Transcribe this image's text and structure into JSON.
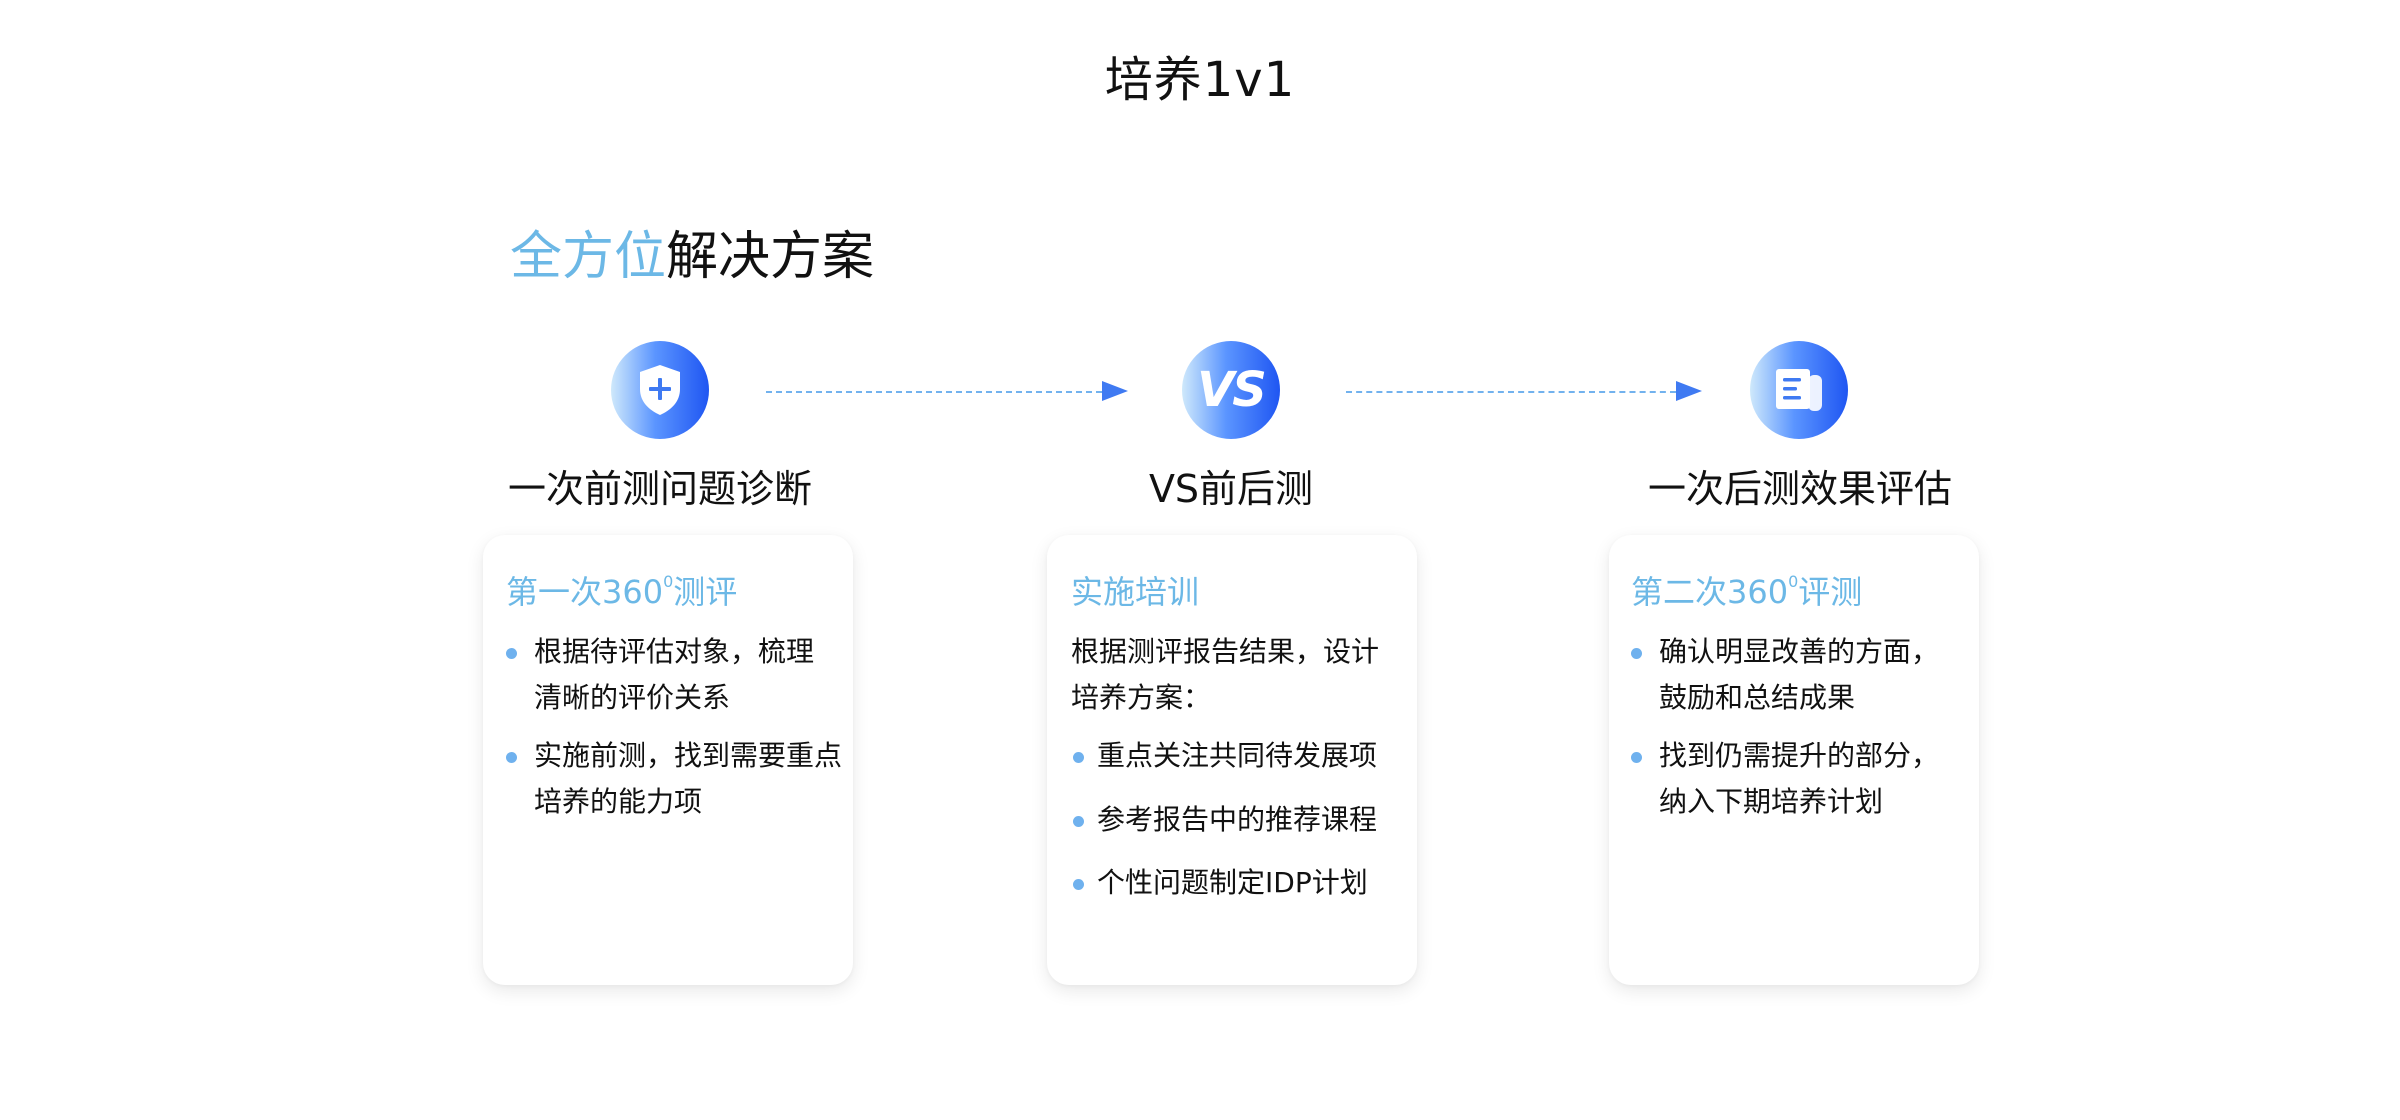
{
  "page_title": "培养1v1",
  "section_heading": {
    "accent": "全方位",
    "rest": "解决方案"
  },
  "steps": [
    {
      "label": "一次前测问题诊断",
      "icon": "shield-plus-icon"
    },
    {
      "label": "VS前后测",
      "icon": "vs-icon",
      "icon_text": "VS"
    },
    {
      "label": "一次后测效果评估",
      "icon": "document-icon"
    }
  ],
  "cards": [
    {
      "title_pre": "第一次360",
      "title_sup": "0",
      "title_post": "测评",
      "bullets": [
        {
          "line1": "根据待评估对象，梳理",
          "line2": "清晰的评价关系"
        },
        {
          "line1": "实施前测，找到需要重点",
          "line2": "培养的能力项"
        }
      ]
    },
    {
      "title": "实施培训",
      "intro_line1": "根据测评报告结果，设计",
      "intro_line2": "培养方案：",
      "bullets": [
        "重点关注共同待发展项",
        "参考报告中的推荐课程",
        "个性问题制定IDP计划"
      ]
    },
    {
      "title_pre": "第二次360",
      "title_sup": "0",
      "title_post": "评测",
      "bullets": [
        {
          "line1": "确认明显改善的方面，",
          "line2": "鼓励和总结成果"
        },
        {
          "line1": "找到仍需提升的部分，",
          "line2": "纳入下期培养计划"
        }
      ]
    }
  ],
  "colors": {
    "accent": "#6cb8e6",
    "arrow": "#3f7af2",
    "icon_gradient_start": "#cfe9fb",
    "icon_gradient_end": "#1f56f2"
  }
}
